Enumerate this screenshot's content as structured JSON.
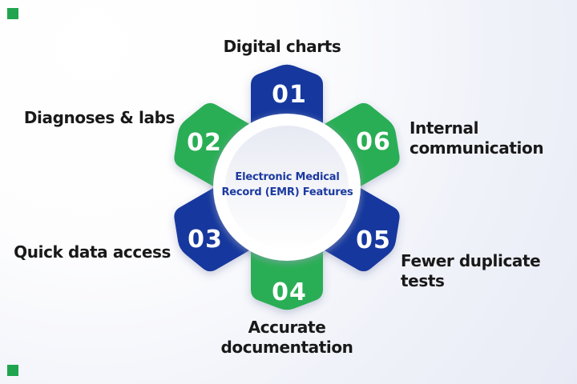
{
  "infographic": {
    "center": {
      "title_line1": "Electronic Medical",
      "title_line2": "Record (EMR) Features"
    },
    "items": [
      {
        "number": "01",
        "label": "Digital charts",
        "color": "#16379E"
      },
      {
        "number": "02",
        "label": "Diagnoses & labs",
        "color": "#2BAE55"
      },
      {
        "number": "03",
        "label": "Quick data access",
        "color": "#16379E"
      },
      {
        "number": "04",
        "label": "Accurate documentation",
        "color": "#2BAE55"
      },
      {
        "number": "05",
        "label": "Fewer duplicate tests",
        "color": "#16379E"
      },
      {
        "number": "06",
        "label": "Internal communication",
        "color": "#2BAE55"
      }
    ],
    "colors": {
      "blue": "#16379E",
      "green": "#2BAE55",
      "label_text": "#191919",
      "title_text": "#1C3AA0",
      "background": "#EDEFF7",
      "accent_square": "#21A44F"
    }
  }
}
